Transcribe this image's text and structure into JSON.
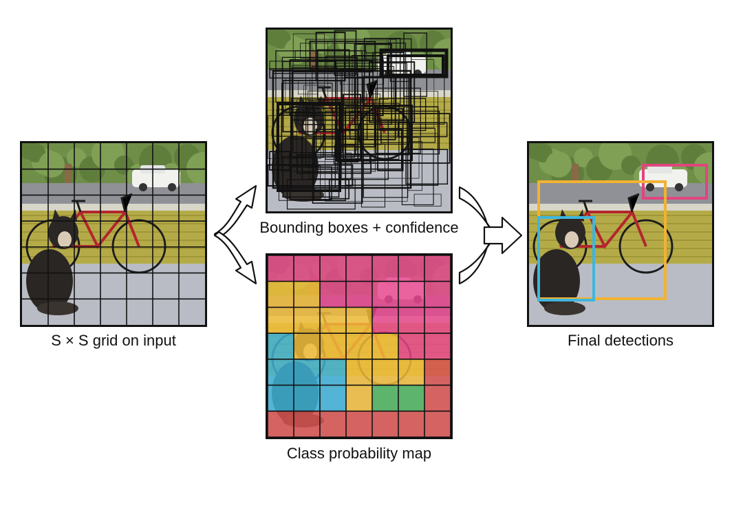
{
  "captions": {
    "input": "S × S grid on input",
    "boxes": "Bounding boxes + confidence",
    "classmap": "Class probability map",
    "final": "Final detections"
  },
  "grid_size": 7,
  "class_colors": {
    "magenta": "#e8488f",
    "yellow": "#f2bd3a",
    "blue": "#3fb3d8",
    "green": "#4bb35a",
    "red": "#d9524f"
  },
  "class_map": [
    [
      "magenta",
      "magenta",
      "magenta",
      "magenta",
      "magenta",
      "magenta",
      "magenta"
    ],
    [
      "yellow",
      "yellow",
      "magenta",
      "magenta",
      "magenta",
      "magenta",
      "magenta"
    ],
    [
      "yellow",
      "yellow",
      "yellow",
      "yellow",
      "magenta",
      "magenta",
      "magenta"
    ],
    [
      "blue",
      "yellow",
      "yellow",
      "yellow",
      "yellow",
      "magenta",
      "magenta"
    ],
    [
      "blue",
      "blue",
      "blue",
      "yellow",
      "yellow",
      "yellow",
      "red"
    ],
    [
      "blue",
      "blue",
      "blue",
      "yellow",
      "green",
      "green",
      "red"
    ],
    [
      "red",
      "red",
      "red",
      "red",
      "red",
      "red",
      "red"
    ]
  ],
  "detection_colors": {
    "car": "#e0457f",
    "bicycle": "#f2b233",
    "dog": "#3eb6dc"
  }
}
